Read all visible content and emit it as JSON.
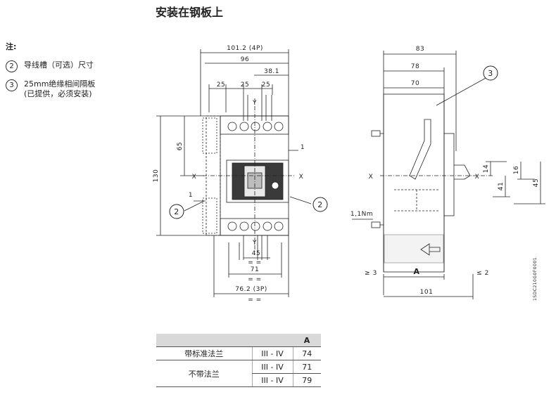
{
  "title": "安装在钢板上",
  "notes": {
    "heading": "注:",
    "items": [
      {
        "num": "2",
        "lines": [
          "导线槽（可选）尺寸"
        ]
      },
      {
        "num": "3",
        "lines": [
          "25mm绝缘相间隔板",
          "(已提供，必须安装)"
        ]
      }
    ]
  },
  "front_view": {
    "dims": {
      "w4p": "101.2 (4P)",
      "w96": "96",
      "p1": "25",
      "p2": "25",
      "p3": "25",
      "w381": "38.1",
      "h130": "130",
      "h65": "65",
      "one_a": "1",
      "one_b": "1",
      "w45": "45",
      "w71": "71",
      "w3p": "76.2 (3P)",
      "eq1": "= =",
      "eq2": "= =",
      "eq3": "= ="
    },
    "axis": {
      "x_left": "X",
      "x_right": "X",
      "y_top": "Y",
      "y_bottom": "Y"
    },
    "callouts": {
      "left": "2",
      "right": "2"
    }
  },
  "side_view": {
    "dims": {
      "w83": "83",
      "w78": "78",
      "w70": "70",
      "h14": "14",
      "h16": "16",
      "h41": "41",
      "h45": "45",
      "torque": "1,1Nm",
      "ge3": "≥ 3",
      "le2": "≤ 2",
      "a": "A",
      "w101": "101"
    },
    "axis": {
      "x_left": "X",
      "x_right": "X"
    },
    "callout": "3",
    "ref_code": "1SDC210G0F0001"
  },
  "table": {
    "header": [
      "",
      "",
      "A"
    ],
    "rows": [
      {
        "label": "带标准法兰",
        "range": "III - IV",
        "value": "74"
      },
      {
        "label": "不带法兰",
        "range": "III - IV",
        "value": "71"
      },
      {
        "label": "",
        "range": "III - IV",
        "value": "79"
      }
    ]
  },
  "colors": {
    "line": "#222222",
    "gray": "#bfbfbf",
    "dark": "#333333"
  }
}
